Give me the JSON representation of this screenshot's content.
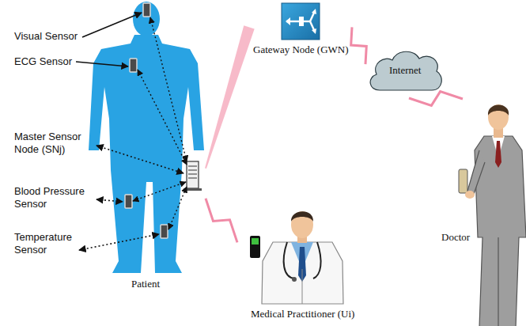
{
  "diagram": {
    "nodes": [
      {
        "text": [
          "Patient"
        ]
      },
      {
        "text": [
          "Gateway Node (GWN)"
        ]
      },
      {
        "text": [
          "Internet"
        ]
      },
      {
        "text": [
          "Doctor"
        ]
      },
      {
        "text": [
          "Medical Practitioner (Ui)"
        ]
      }
    ],
    "edges": [
      {
        "from": 0,
        "to": 1,
        "arrow": "none"
      },
      {
        "from": 0,
        "to": 4,
        "arrow": "none"
      },
      {
        "from": 1,
        "to": 2,
        "arrow": "none"
      },
      {
        "from": 2,
        "to": 3,
        "arrow": "none"
      }
    ],
    "labels": [
      "Visual Sensor",
      "ECG Sensor",
      "Master Sensor Node (SNj)",
      "Blood Pressure Sensor",
      "Temperature Sensor"
    ]
  }
}
